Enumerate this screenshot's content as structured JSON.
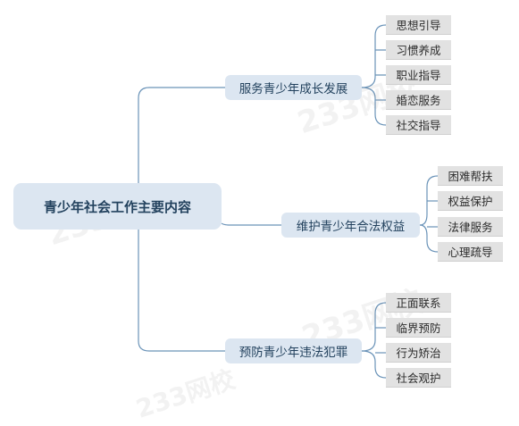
{
  "root": {
    "label": "青少年社会工作主要内容"
  },
  "branches": [
    {
      "label": "服务青少年成长发展",
      "items": [
        "思想引导",
        "习惯养成",
        "职业指导",
        "婚恋服务",
        "社交指导"
      ]
    },
    {
      "label": "维护青少年合法权益",
      "items": [
        "困难帮扶",
        "权益保护",
        "法律服务",
        "心理疏导"
      ]
    },
    {
      "label": "预防青少年违法犯罪",
      "items": [
        "正面联系",
        "临界预防",
        "行为矫治",
        "社会观护"
      ]
    }
  ],
  "watermark": {
    "text": "233网校"
  },
  "colors": {
    "line": "#6a93b8",
    "node": "#dce6f1",
    "leaf": "#e2e2e2"
  }
}
